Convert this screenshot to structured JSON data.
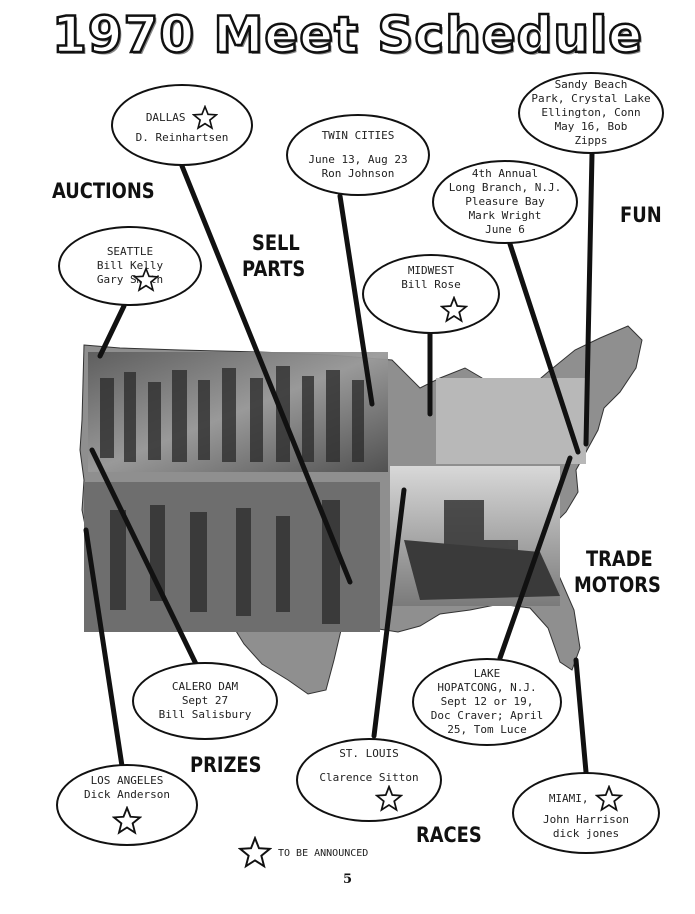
{
  "title": "1970 Meet Schedule",
  "side_words": {
    "auctions": "AUCTIONS",
    "sell": "SELL",
    "parts": "PARTS",
    "fun": "FUN",
    "trade": "TRADE",
    "motors": "MOTORS",
    "prizes": "PRIZES",
    "races": "RACES"
  },
  "meets": {
    "dallas": {
      "lines": [
        "DALLAS",
        "D. Reinhartsen"
      ],
      "star": true
    },
    "twin_cities": {
      "lines": [
        "TWIN  CITIES",
        "June 13, Aug 23",
        "Ron Johnson"
      ],
      "star": false
    },
    "sandy_beach": {
      "lines": [
        "Sandy Beach",
        "Park, Crystal Lake",
        "Ellington, Conn",
        "May 16, Bob",
        "Zipps"
      ],
      "star": false
    },
    "long_branch": {
      "lines": [
        "4th Annual",
        "Long Branch, N.J.",
        "Pleasure Bay",
        "Mark Wright",
        "June 6"
      ],
      "star": false
    },
    "seattle": {
      "lines": [
        "SEATTLE",
        "Bill  Kelly",
        "Gary      Smith"
      ],
      "star": true
    },
    "midwest": {
      "lines": [
        "MIDWEST",
        "Bill  Rose"
      ],
      "star": true
    },
    "calero_dam": {
      "lines": [
        "CALERO DAM",
        "Sept  27",
        "Bill Salisbury"
      ],
      "star": false
    },
    "lake_hopatcong": {
      "lines": [
        "LAKE",
        "HOPATCONG, N.J.",
        "Sept 12 or 19,",
        "Doc Craver; April",
        "25, Tom Luce"
      ],
      "star": false
    },
    "los_angeles": {
      "lines": [
        "LOS  ANGELES",
        "Dick Anderson"
      ],
      "star": true
    },
    "st_louis": {
      "lines": [
        "ST. LOUIS",
        "Clarence Sitton"
      ],
      "star": true
    },
    "miami": {
      "lines": [
        "MIAMI,",
        "John Harrison",
        "dick jones"
      ],
      "star": true
    }
  },
  "legend": {
    "text": "TO BE ANNOUNCED",
    "icon": "star-outline-icon"
  },
  "page_number": "5",
  "colors": {
    "ink": "#111111",
    "map_gray": "#8a8a8a",
    "paper": "#ffffff"
  }
}
